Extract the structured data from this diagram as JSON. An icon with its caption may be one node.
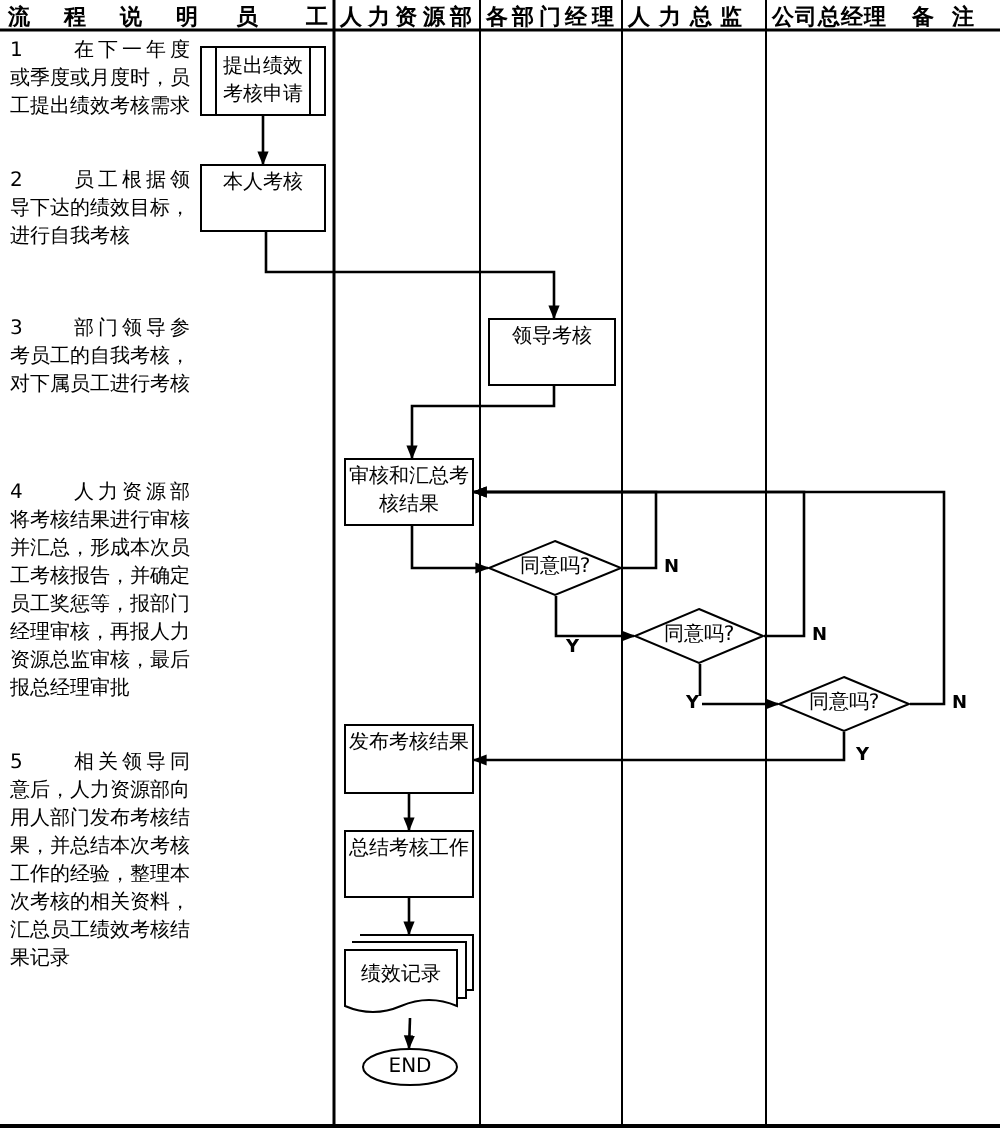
{
  "diagram": {
    "nodes": [
      {
        "text": [
          "提出绩效考核申请"
        ]
      },
      {
        "text": [
          "本人考核"
        ]
      },
      {
        "text": [
          "领导考核"
        ]
      },
      {
        "text": [
          "审核和汇总考核结果"
        ]
      },
      {
        "text": [
          "同意吗?"
        ]
      },
      {
        "text": [
          "同意吗?"
        ]
      },
      {
        "text": [
          "同意吗?"
        ]
      },
      {
        "text": [
          "发布考核结果"
        ]
      },
      {
        "text": [
          "总结考核工作"
        ]
      },
      {
        "text": [
          "绩效记录"
        ]
      },
      {
        "text": [
          "END"
        ]
      }
    ],
    "edges": [
      {
        "from": 0,
        "to": 1,
        "arrow": "to"
      },
      {
        "from": 1,
        "to": 2,
        "arrow": "to"
      },
      {
        "from": 2,
        "to": 3,
        "arrow": "to"
      },
      {
        "from": 3,
        "to": 4,
        "arrow": "to"
      },
      {
        "from": 4,
        "to": 5,
        "arrow": "to",
        "label": "Y"
      },
      {
        "from": 5,
        "to": 6,
        "arrow": "to",
        "label": "Y"
      },
      {
        "from": 6,
        "to": 7,
        "arrow": "to",
        "label": "Y"
      },
      {
        "from": 4,
        "to": 3,
        "arrow": "to",
        "label": "N"
      },
      {
        "from": 5,
        "to": 3,
        "arrow": "to",
        "label": "N"
      },
      {
        "from": 6,
        "to": 3,
        "arrow": "to",
        "label": "N"
      },
      {
        "from": 7,
        "to": 8,
        "arrow": "to"
      },
      {
        "from": 8,
        "to": 9,
        "arrow": "to"
      },
      {
        "from": 9,
        "to": 10,
        "arrow": "to"
      }
    ],
    "labels": [
      "流程说明",
      "员工",
      "人力资源部",
      "各部门经理",
      "人力总监",
      "公司总经理",
      "备注",
      "1",
      "在下一年度或季度或月度时，员工提出绩效考核需求",
      "2",
      "员工根据领导下达的绩效目标，进行自我考核",
      "3",
      "部门领导参考员工的自我考核，对下属员工进行考核",
      "4",
      "人力资源部将考核结果进行审核并汇总，形成本次员工考核报告，并确定员工奖惩等，报部门经理审核，再报人力资源总监审核，最后报总经理审批",
      "5",
      "相关领导同意后，人力资源部向用人部门发布考核结果，并总结本次考核工作的经验，整理本次考核的相关资料，汇总员工绩效考核结果记录"
    ]
  }
}
